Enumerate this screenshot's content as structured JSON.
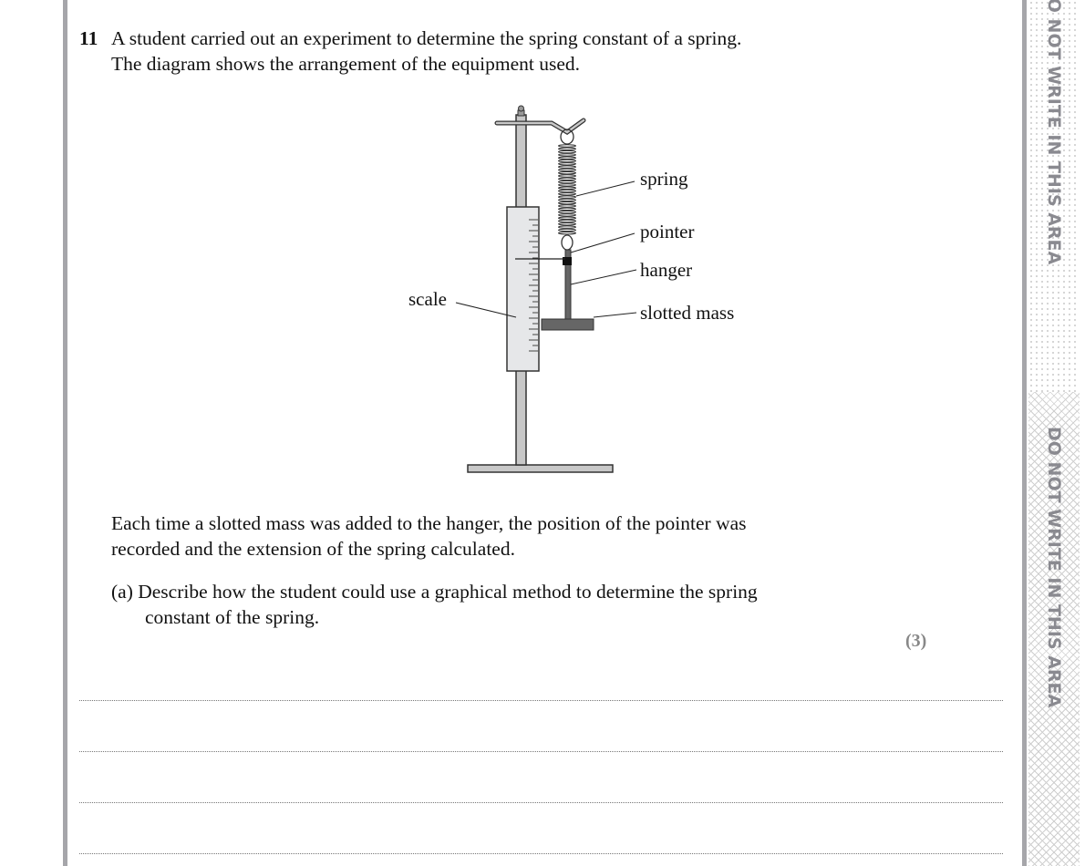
{
  "margin": {
    "warning_top": "DO NOT WRITE IN THIS AREA",
    "warning_bottom": "DO NOT WRITE IN THIS AREA"
  },
  "question": {
    "number": "11",
    "intro_line1": "A student carried out an experiment to determine the spring constant of a spring.",
    "intro_line2": "The diagram shows the arrangement of the equipment used.",
    "diagram_labels": {
      "spring": "spring",
      "pointer": "pointer",
      "hanger": "hanger",
      "slotted_mass": "slotted mass",
      "scale": "scale"
    },
    "text_line1": "Each time a slotted mass was added to the hanger, the position of the pointer was",
    "text_line2": "recorded and the extension of the spring calculated.",
    "part_a": {
      "line1": "(a) Describe how the student could use a graphical method to determine the spring",
      "line2": "constant of the spring.",
      "marks": "(3)"
    }
  }
}
